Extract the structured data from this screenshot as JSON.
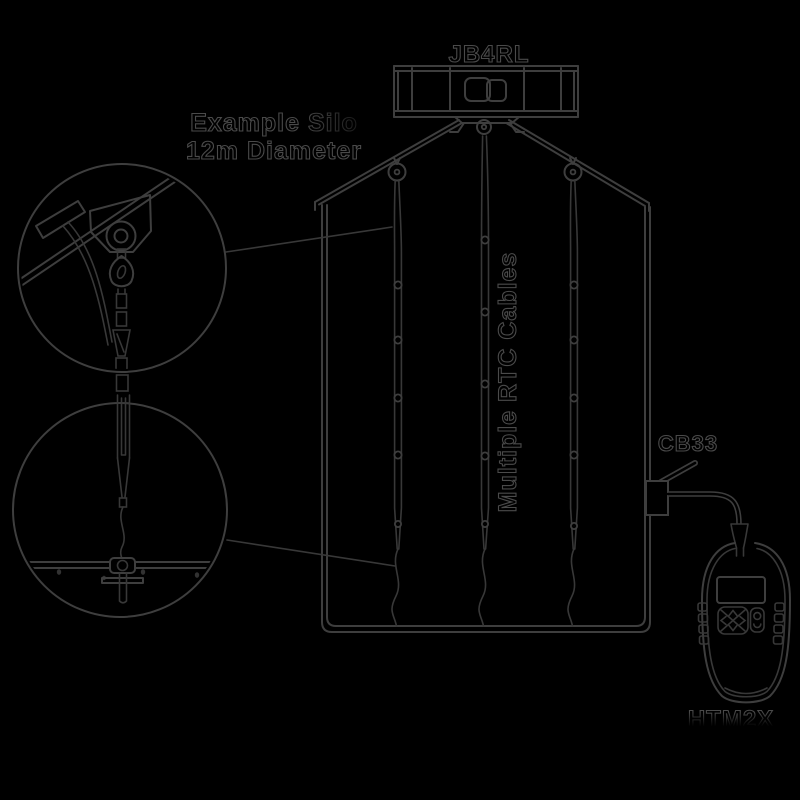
{
  "diagram": {
    "type": "technical-line-drawing",
    "subject": "Grain silo temperature monitoring system with multiple RTC cables, junction box, cable box and handheld monitor",
    "labels": {
      "junction_box": "JB4RL",
      "silo_caption_line1": "Example Silo",
      "silo_caption_line2": "12m Diameter",
      "cables_vertical": "Multiple RTC Cables",
      "cable_box": "CB33",
      "handheld_monitor": "HTM2X"
    },
    "colors": {
      "background": "#000000",
      "line": "#3e3e3e",
      "text_outline": "#4a4a4a"
    }
  }
}
